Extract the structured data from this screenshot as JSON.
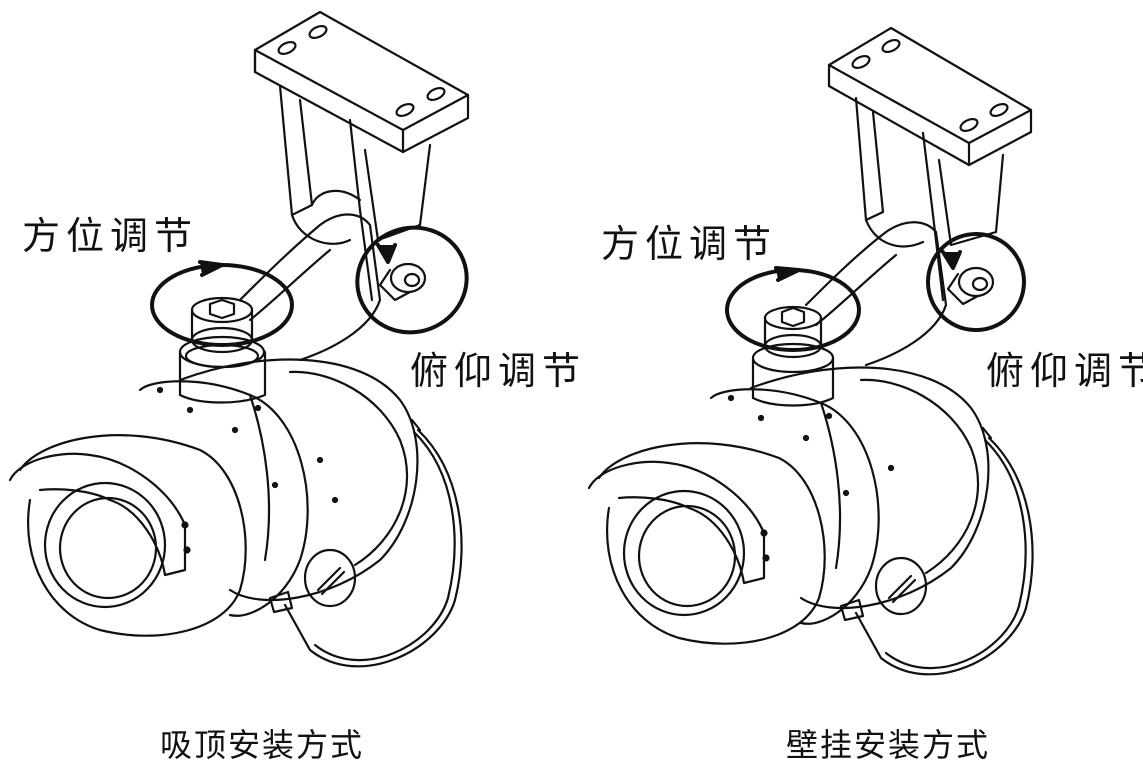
{
  "panels": [
    {
      "azimuth_label": "方位调节",
      "pitch_label": "俯仰调节",
      "caption": "吸顶安装方式"
    },
    {
      "azimuth_label": "方位调节",
      "pitch_label": "俯仰调节",
      "caption": "壁挂安装方式"
    }
  ],
  "colors": {
    "line": "#111111",
    "background": "#ffffff"
  }
}
